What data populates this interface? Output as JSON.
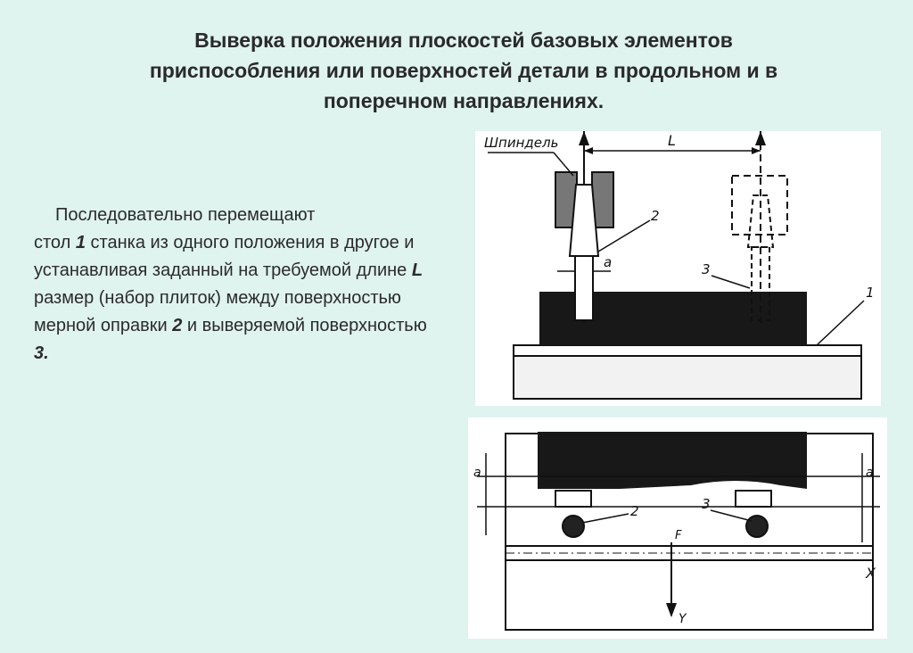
{
  "slide": {
    "title_lines": [
      "Выверка положения плоскостей базовых элементов",
      "приспособления или поверхностей детали в продольном и в",
      "поперечном направлениях."
    ],
    "paragraph": {
      "t1": "Последовательно перемещают",
      "t2": "стол ",
      "n1": "1",
      "t3": " станка из одного положения в другое и устанавливая заданный на требуемой длине ",
      "L": "L",
      "t4": " размер (набор плиток) между поверхностью мерной оправки ",
      "n2": "2",
      "t5": " и выверяемой поверхностью ",
      "n3": "3."
    }
  },
  "figure_top": {
    "spindle_label": "Шпиндель",
    "dim_label": "L",
    "gap_label": "a",
    "callouts": [
      "2",
      "3",
      "1"
    ]
  },
  "figure_bottom": {
    "left_dim_label": "a",
    "right_dim_label": "a",
    "callouts": [
      "2",
      "3"
    ],
    "mid_label": "F",
    "axis_x": "X",
    "axis_y": "Y"
  }
}
